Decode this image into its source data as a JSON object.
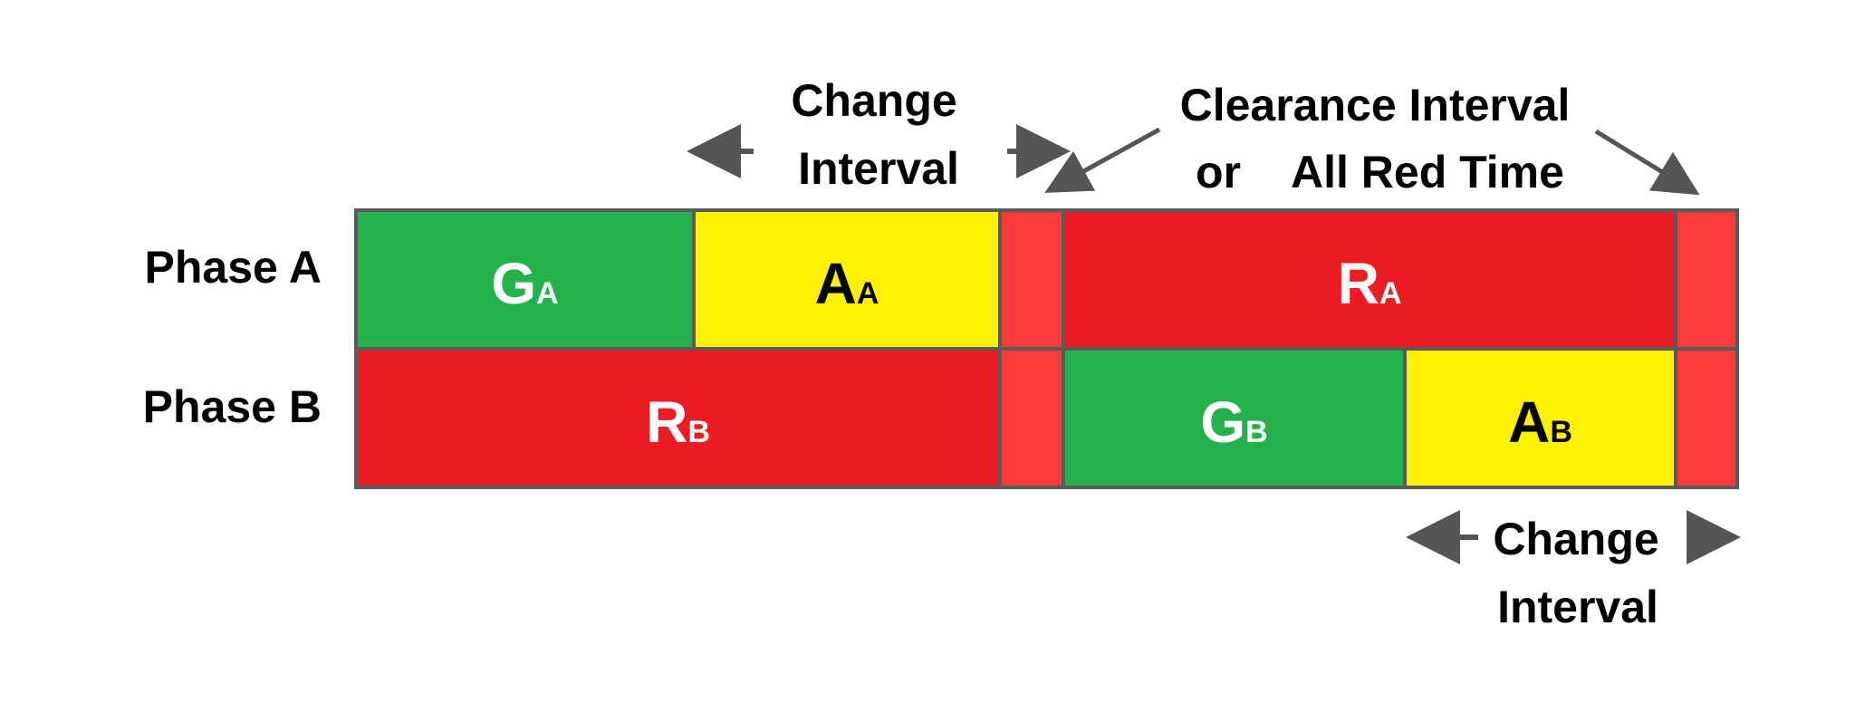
{
  "colors": {
    "green": "#25b14c",
    "yellow": "#fdf000",
    "red": "#ec1c24",
    "all_red": "#f83b3b",
    "border": "#5a5a5a",
    "arrow": "#555555",
    "text_dark": "#000000",
    "text_light": "#ffffff"
  },
  "rows": [
    {
      "label": "Phase A",
      "cells": [
        {
          "letter": "G",
          "sub": "A",
          "color": "green"
        },
        {
          "letter": "A",
          "sub": "A",
          "color": "yellow"
        },
        {
          "letter": "",
          "sub": "",
          "color": "all_red"
        },
        {
          "letter": "R",
          "sub": "A",
          "color": "red"
        },
        {
          "letter": "",
          "sub": "",
          "color": "all_red"
        }
      ]
    },
    {
      "label": "Phase B",
      "cells": [
        {
          "letter": "R",
          "sub": "B",
          "color": "red"
        },
        {
          "letter": "",
          "sub": "",
          "color": "all_red"
        },
        {
          "letter": "G",
          "sub": "B",
          "color": "green"
        },
        {
          "letter": "A",
          "sub": "B",
          "color": "yellow"
        },
        {
          "letter": "",
          "sub": "",
          "color": "all_red"
        }
      ]
    }
  ],
  "annotations": {
    "change_interval_top": {
      "line1": "Change",
      "line2": "Interval"
    },
    "clearance": {
      "line1": "Clearance Interval",
      "line2_a": "or",
      "line2_b": "All Red Time"
    },
    "change_interval_bottom": {
      "line1": "Change",
      "line2": "Interval"
    }
  }
}
